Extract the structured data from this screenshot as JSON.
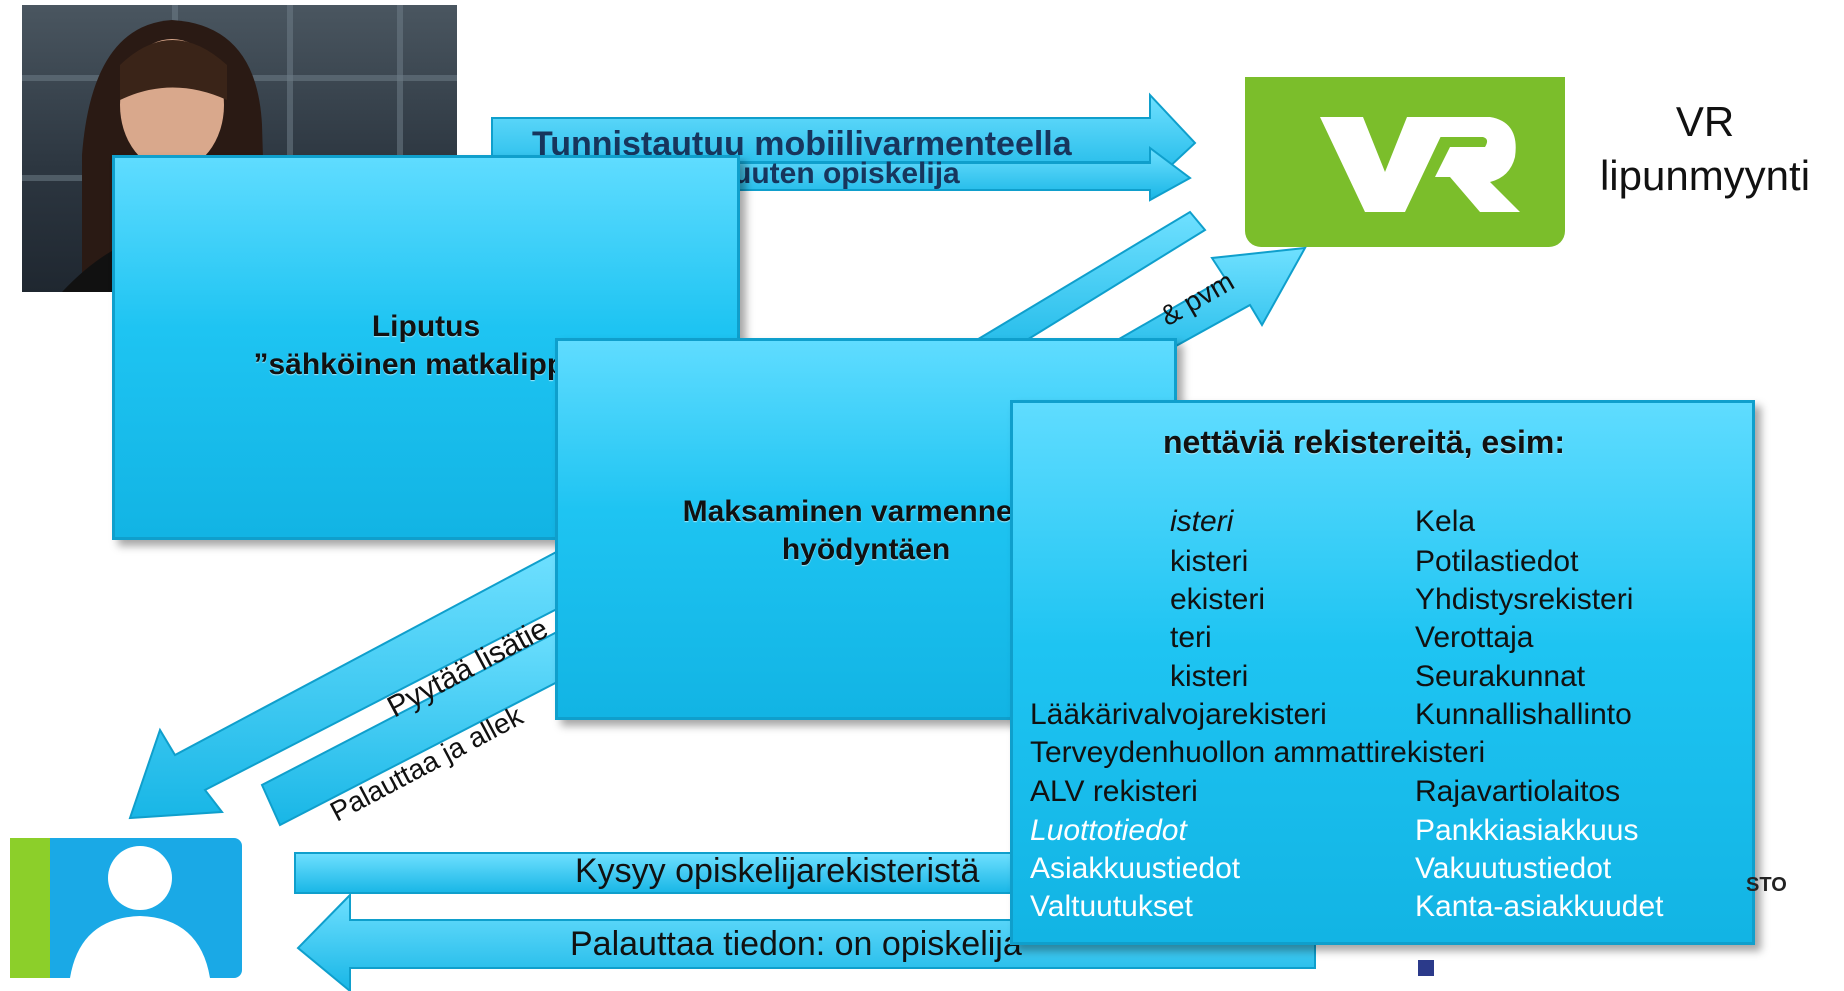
{
  "vr_logo_text": "VR",
  "vr_title": {
    "line1": "VR",
    "line2": "lipunmyynti"
  },
  "arrows": {
    "top1": "Tunnistautuu mobiilivarmenteella",
    "top2": "uuten opiskelija",
    "diag_pvm": "& pvm",
    "diag_pyytaa": "Pyytää lisätie",
    "diag_palauttaa": "Palauttaa ja allek",
    "bottom1": "Kysyy opiskelijarekisteristä",
    "bottom2": "Palauttaa tiedon: on opiskelija"
  },
  "boxes": {
    "liputus_line1": "Liputus",
    "liputus_line2": "”sähköinen matkalippu”",
    "maksaminen_line1": "Maksaminen varmennetta",
    "maksaminen_line2": "hyödyntäen"
  },
  "registers": {
    "title": "nettäviä rekistereitä, esim:",
    "left": [
      "isteri",
      "kisteri",
      "ekisteri",
      "teri",
      "kisteri",
      "Lääkärivalvojarekisteri"
    ],
    "full": "Terveydenhuollon ammattirekisteri",
    "left_lower": [
      "ALV rekisteri",
      "Luottotiedot",
      "Asiakkuustiedot",
      "Valtuutukset"
    ],
    "right": [
      "Kela",
      "Potilastiedot",
      "Yhdistysrekisteri",
      "Verottaja",
      "Seurakunnat",
      "Kunnallishallinto",
      "Rajavartiolaitos",
      "Pankkiasiakkuus",
      "Vakuutustiedot",
      "Kanta-asiakkuudet"
    ]
  },
  "fragment_sto": "STO",
  "colors": {
    "accent": "#1ec4f2",
    "vr_green": "#7bbe2b",
    "person_blue": "#1aa9e6"
  }
}
